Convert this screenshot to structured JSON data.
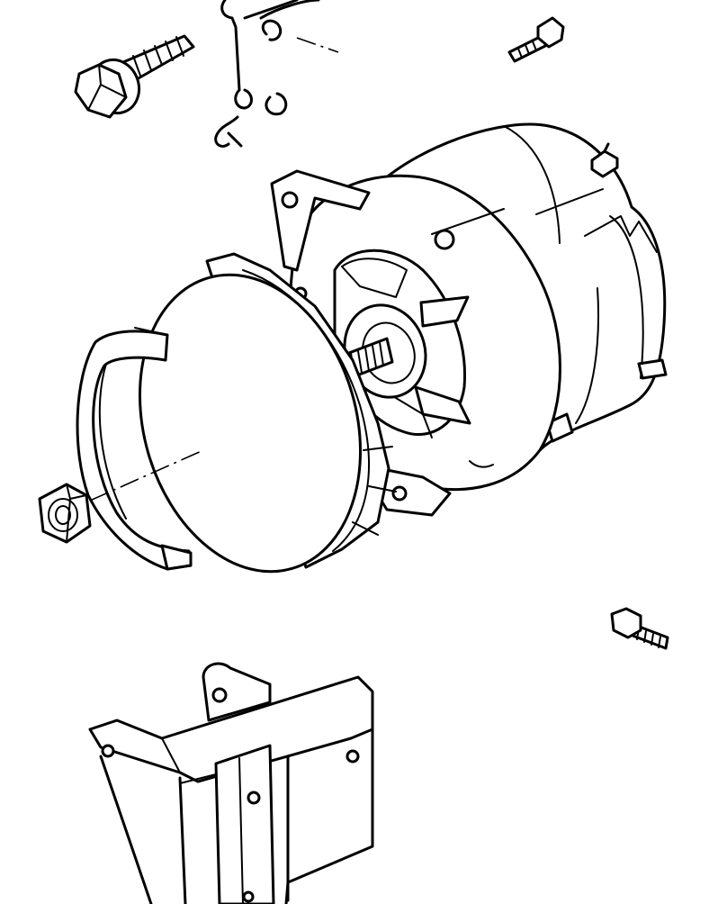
{
  "diagram": {
    "labels": [],
    "parts": [
      {
        "id": "adjuster-bolt-top-left",
        "icon": "hex-flange-bolt-icon"
      },
      {
        "id": "adjuster-strap-link",
        "icon": "strap-link-icon"
      },
      {
        "id": "lock-washers",
        "icon": "spring-washer-icon"
      },
      {
        "id": "short-bolt-top-right",
        "icon": "hex-bolt-icon"
      },
      {
        "id": "alternator",
        "icon": "alternator-icon"
      },
      {
        "id": "pulley-cover",
        "icon": "pulley-icon"
      },
      {
        "id": "fan-shroud-ring",
        "icon": "shroud-icon"
      },
      {
        "id": "pulley-nut",
        "icon": "hex-nut-icon"
      },
      {
        "id": "mounting-bolt-right",
        "icon": "hex-bolt-icon"
      },
      {
        "id": "mounting-bracket",
        "icon": "bracket-icon"
      }
    ],
    "colors": {
      "line": "#000000",
      "fill": "#ffffff",
      "background": "#ffffff"
    }
  }
}
